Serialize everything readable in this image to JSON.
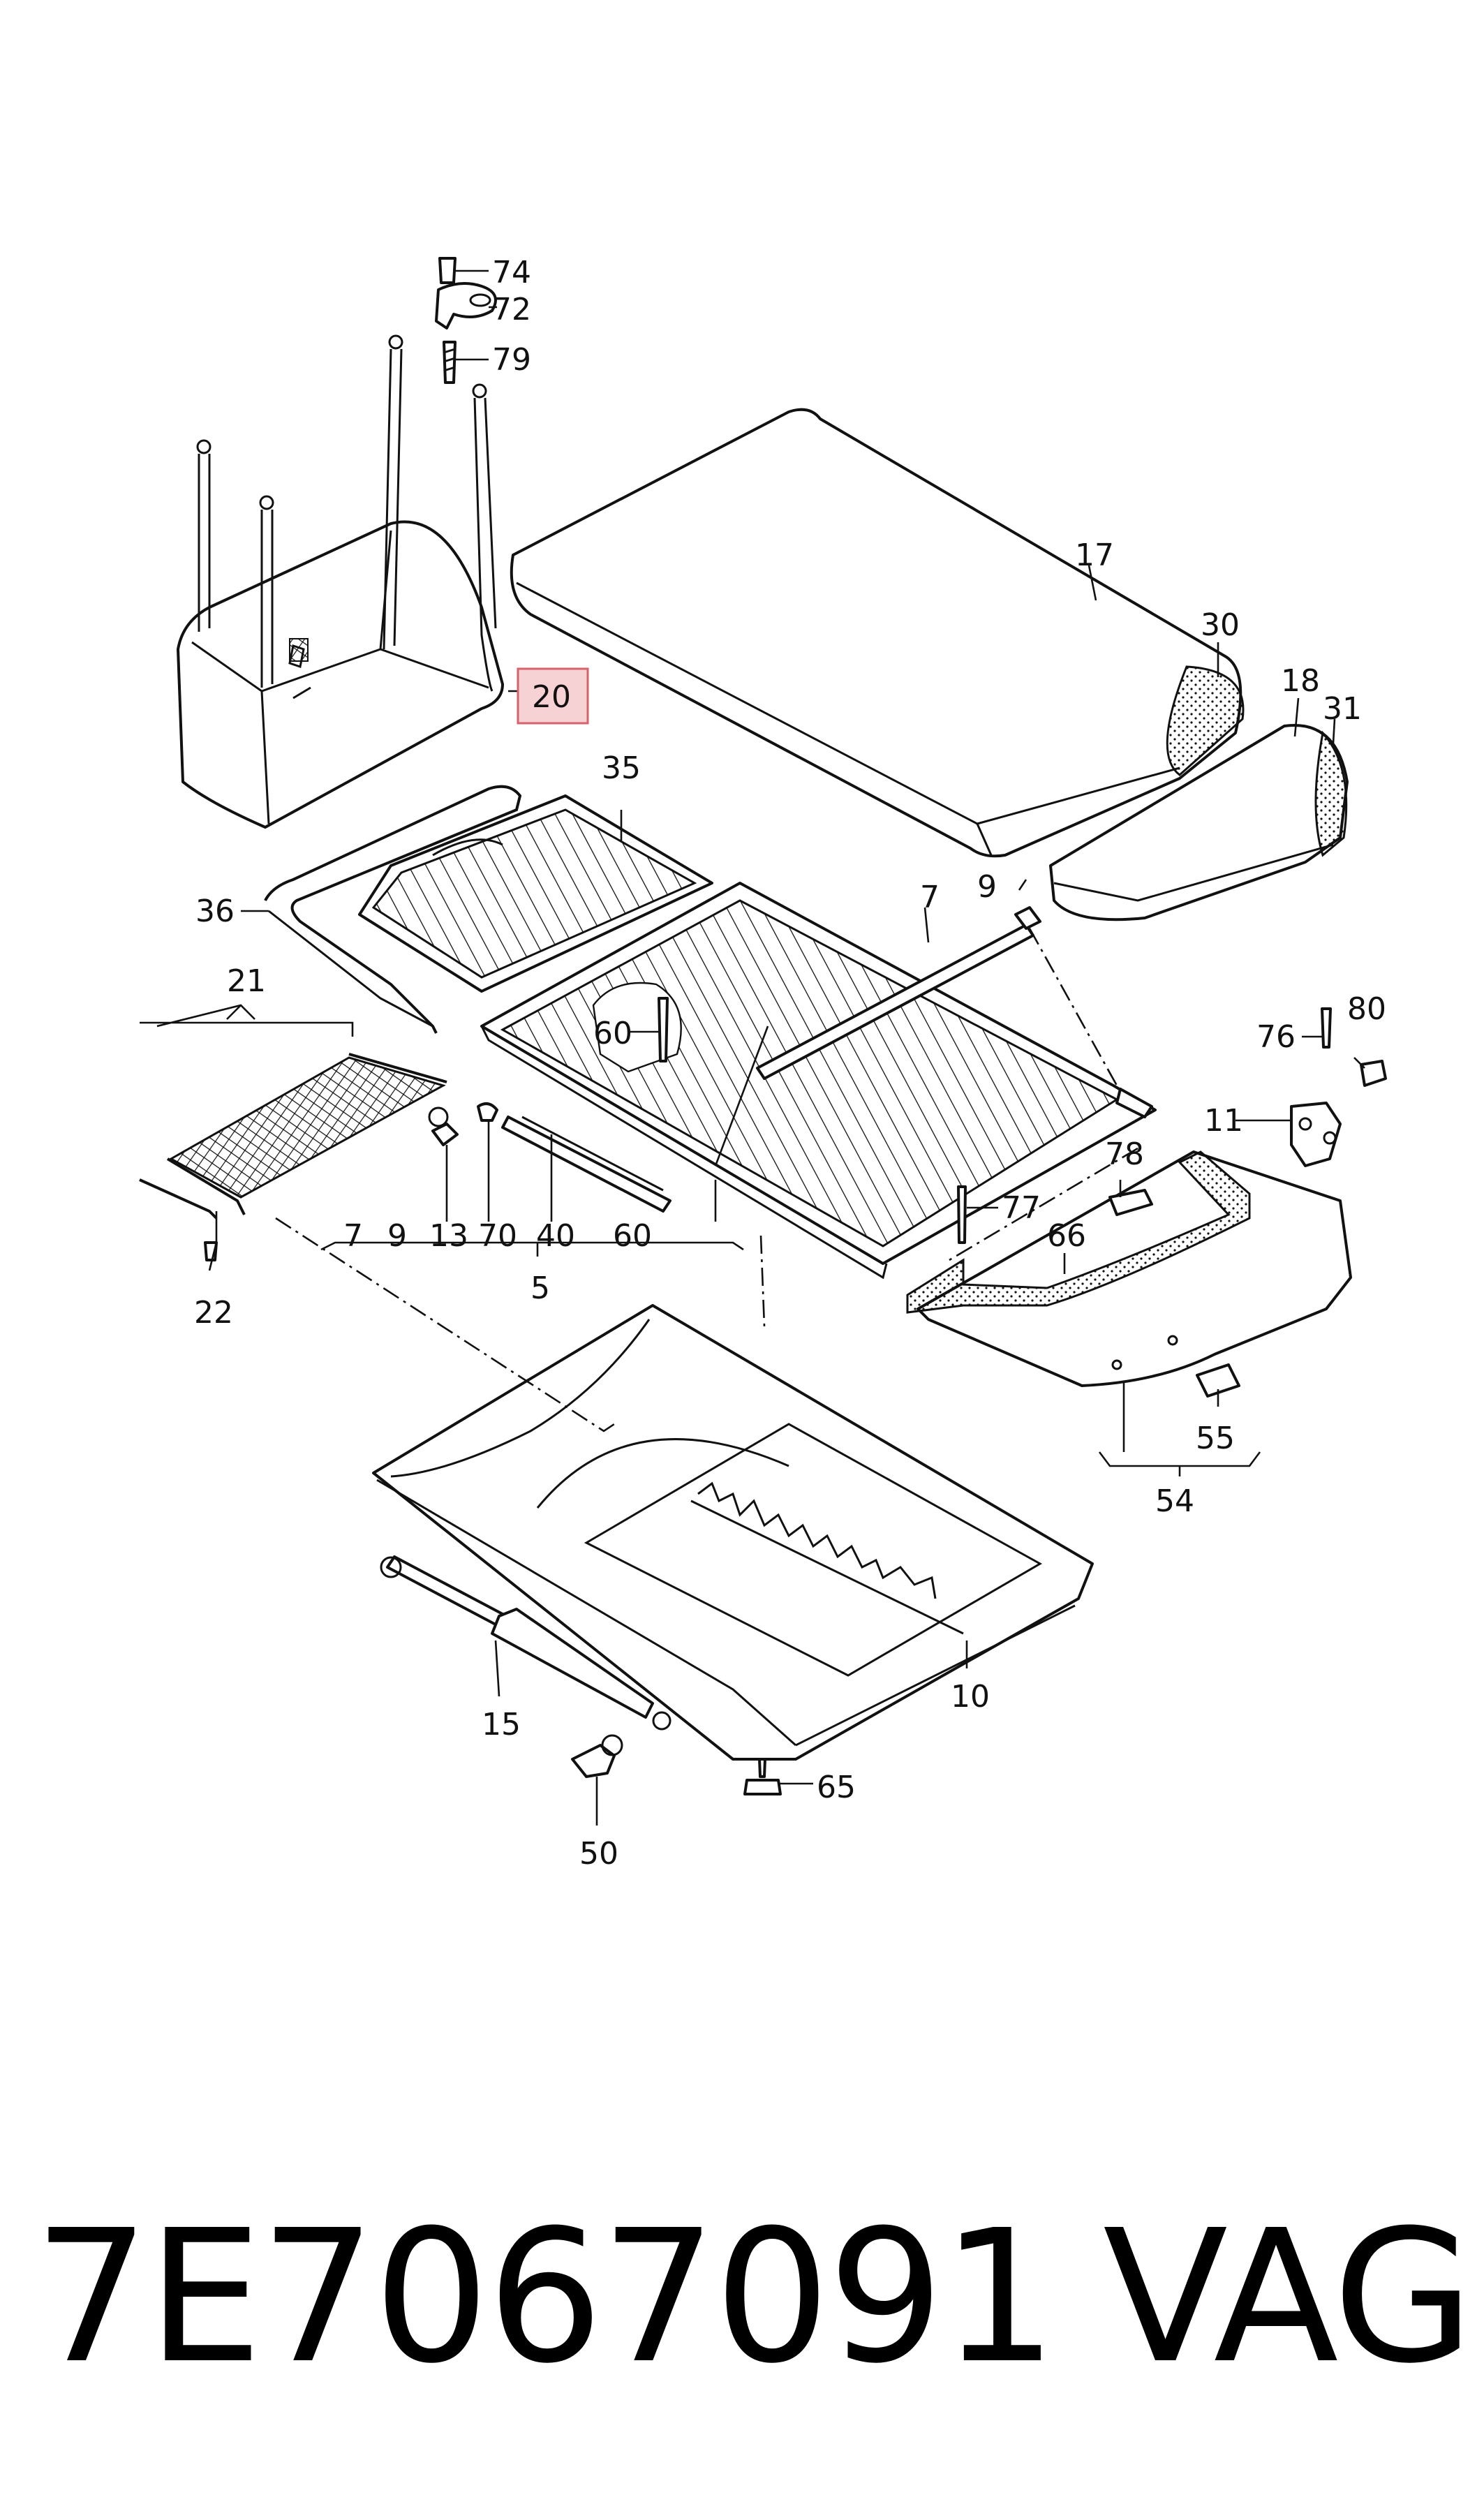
{
  "diagram": {
    "callouts": {
      "p74": "74",
      "p72": "72",
      "p79": "79",
      "p20": "20",
      "p17": "17",
      "p30": "30",
      "p18": "18",
      "p31": "31",
      "p35": "35",
      "p36": "36",
      "p7": "7",
      "p9": "9",
      "p21": "21",
      "p60": "60",
      "p76": "76",
      "p80": "80",
      "p11": "11",
      "p78": "78",
      "p77": "77",
      "p66": "66",
      "p22": "22",
      "p55": "55",
      "p54": "54",
      "p15": "15",
      "p10": "10",
      "p50": "50",
      "p65": "65"
    },
    "group5": {
      "items": [
        "7",
        "9",
        "13",
        "70",
        "40",
        "60"
      ],
      "label": "5"
    },
    "highlighted": "20"
  },
  "footer": {
    "part_number": "7E7067091",
    "brand": "VAG"
  },
  "colors": {
    "line": "#111111",
    "highlight_fill": "#f6d2d5",
    "highlight_border": "#d6626c"
  }
}
